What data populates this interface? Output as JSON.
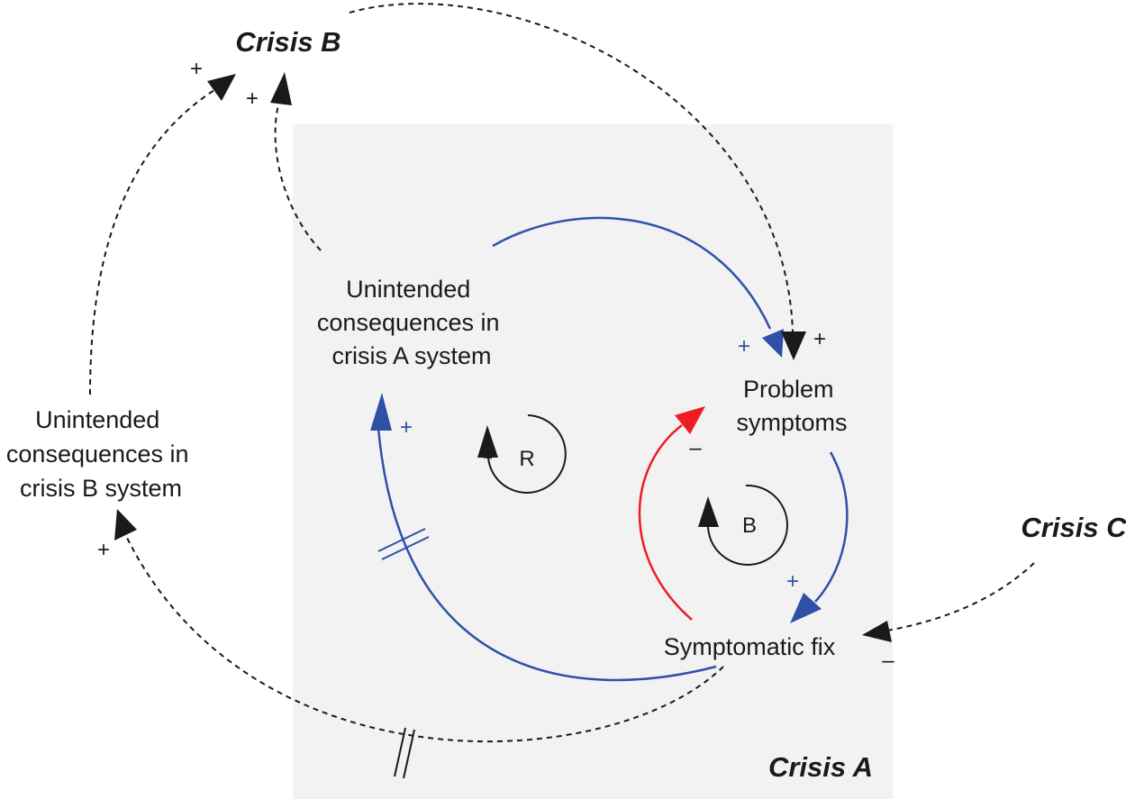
{
  "colors": {
    "region_fill": "#f2f2f2",
    "blue_link": "#3050a8",
    "red_link": "#ee1c24",
    "black_link": "#1a1a1a"
  },
  "titles": {
    "crisis_a": "Crisis A",
    "crisis_b": "Crisis B",
    "crisis_c": "Crisis C"
  },
  "nodes": {
    "unintended_a": [
      "Unintended",
      "consequences in",
      "crisis A system"
    ],
    "problem_symptoms": [
      "Problem",
      "symptoms"
    ],
    "symptomatic_fix": "Symptomatic fix",
    "unintended_b": [
      "Unintended",
      "consequences in",
      "crisis B system"
    ]
  },
  "loops": {
    "reinforcing": "R",
    "balancing": "B"
  },
  "polarities": {
    "unintended_a_to_problem": "+",
    "crisis_b_to_problem": "+",
    "problem_to_fix": "+",
    "fix_to_problem": "–",
    "fix_to_unintended_a": "+",
    "unintended_a_to_crisis_b": "+",
    "unintended_b_to_crisis_b": "+",
    "fix_to_unintended_b": "+",
    "crisis_c_to_fix": "–"
  }
}
